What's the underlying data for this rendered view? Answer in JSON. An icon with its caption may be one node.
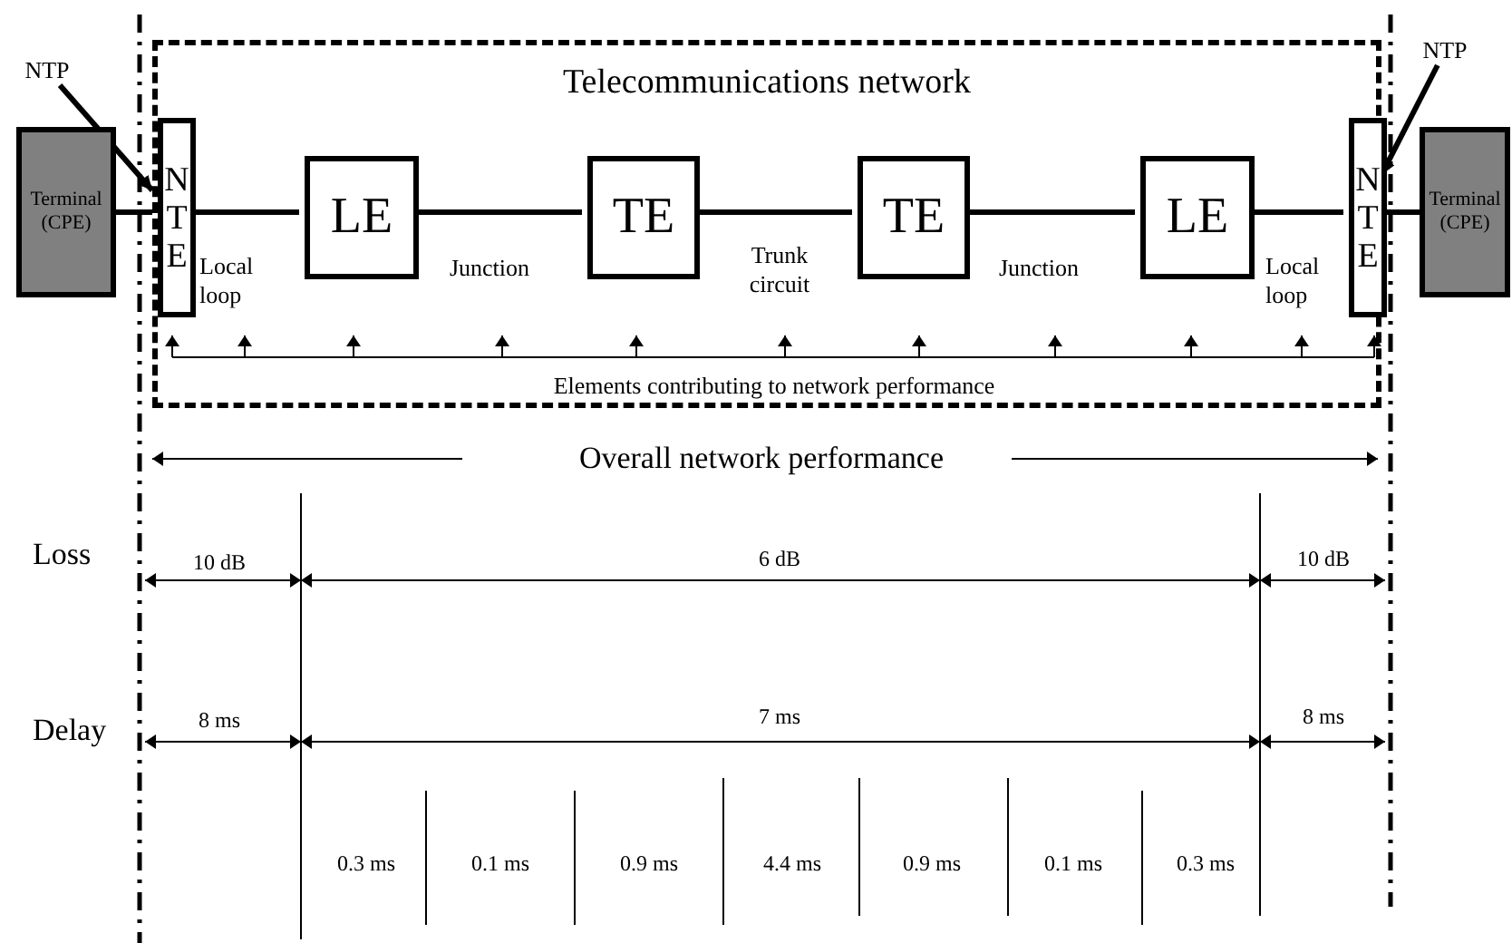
{
  "diagram": {
    "nodes": [
      {
        "text": [
          "Telecommunications network"
        ]
      },
      {
        "text": [
          "Terminal (CPE)"
        ]
      },
      {
        "text": [
          "NTE"
        ],
        "in": 0
      },
      {
        "text": [
          "LE"
        ],
        "in": 0
      },
      {
        "text": [
          "TE"
        ],
        "in": 0
      },
      {
        "text": [
          "TE"
        ],
        "in": 0
      },
      {
        "text": [
          "LE"
        ],
        "in": 0
      },
      {
        "text": [
          "NTE"
        ],
        "in": 0
      },
      {
        "text": [
          "Terminal (CPE)"
        ]
      },
      {
        "text": [
          "NTP"
        ]
      },
      {
        "text": [
          "NTP"
        ]
      },
      {
        "text": [
          "Elements contributing to network performance"
        ],
        "in": 0
      }
    ],
    "edges": [
      {
        "from": 1,
        "to": 2,
        "arrow": "none"
      },
      {
        "from": 2,
        "to": 3,
        "arrow": "none",
        "label": "Local loop"
      },
      {
        "from": 3,
        "to": 4,
        "arrow": "none",
        "label": "Junction"
      },
      {
        "from": 4,
        "to": 5,
        "arrow": "none",
        "label": "Trunk circuit"
      },
      {
        "from": 5,
        "to": 6,
        "arrow": "none",
        "label": "Junction"
      },
      {
        "from": 6,
        "to": 7,
        "arrow": "none",
        "label": "Local loop"
      },
      {
        "from": 7,
        "to": 8,
        "arrow": "none"
      },
      {
        "from": 9,
        "to": 2,
        "arrow": "to"
      },
      {
        "from": 10,
        "to": 7,
        "arrow": "to"
      }
    ],
    "labels": [
      "Overall network performance",
      "Loss",
      "10 dB",
      "6 dB",
      "10 dB",
      "Delay",
      "8 ms",
      "7 ms",
      "8 ms",
      "0.3 ms",
      "0.1 ms",
      "0.9 ms",
      "4.4 ms",
      "0.9 ms",
      "0.1 ms",
      "0.3 ms"
    ]
  }
}
